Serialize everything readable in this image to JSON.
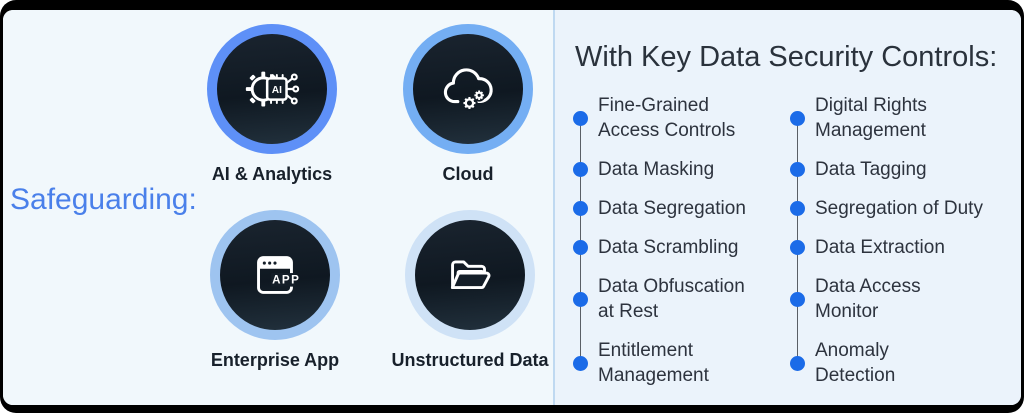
{
  "left_panel": {
    "prefix_label": "Safeguarding:",
    "targets": [
      {
        "label": "AI & Analytics",
        "icon": "ai-chip-gear-icon",
        "ring_color": "#5E90F7"
      },
      {
        "label": "Cloud",
        "icon": "cloud-gears-icon",
        "ring_color": "#74AEF3"
      },
      {
        "label": "Enterprise App",
        "icon": "app-window-icon",
        "ring_color": "#9EC4F0"
      },
      {
        "label": "Unstructured Data",
        "icon": "open-folder-icon",
        "ring_color": "#CFE2F6"
      }
    ]
  },
  "right_panel": {
    "title": "With Key Data Security Controls:",
    "controls_left": [
      "Fine-Grained\nAccess Controls",
      "Data Masking",
      "Data Segregation",
      "Data Scrambling",
      "Data Obfuscation\nat Rest",
      "Entitlement\nManagement"
    ],
    "controls_right": [
      "Digital Rights\nManagement",
      "Data Tagging",
      "Segregation of Duty",
      "Data Extraction",
      "Data Access\nMonitor",
      "Anomaly\nDetection"
    ]
  },
  "colors": {
    "frame": "#000000",
    "left_background": "#F1F8FC",
    "right_background": "#EBF3FB",
    "divider": "#BFD9F1",
    "accent_text": "#4A80EA",
    "title_text": "#2A323C",
    "item_text": "#2D333E",
    "bullet_dot": "#1B6BE8",
    "connector_line": "#5A5F66",
    "circle_fill_dark": "#141E28"
  }
}
